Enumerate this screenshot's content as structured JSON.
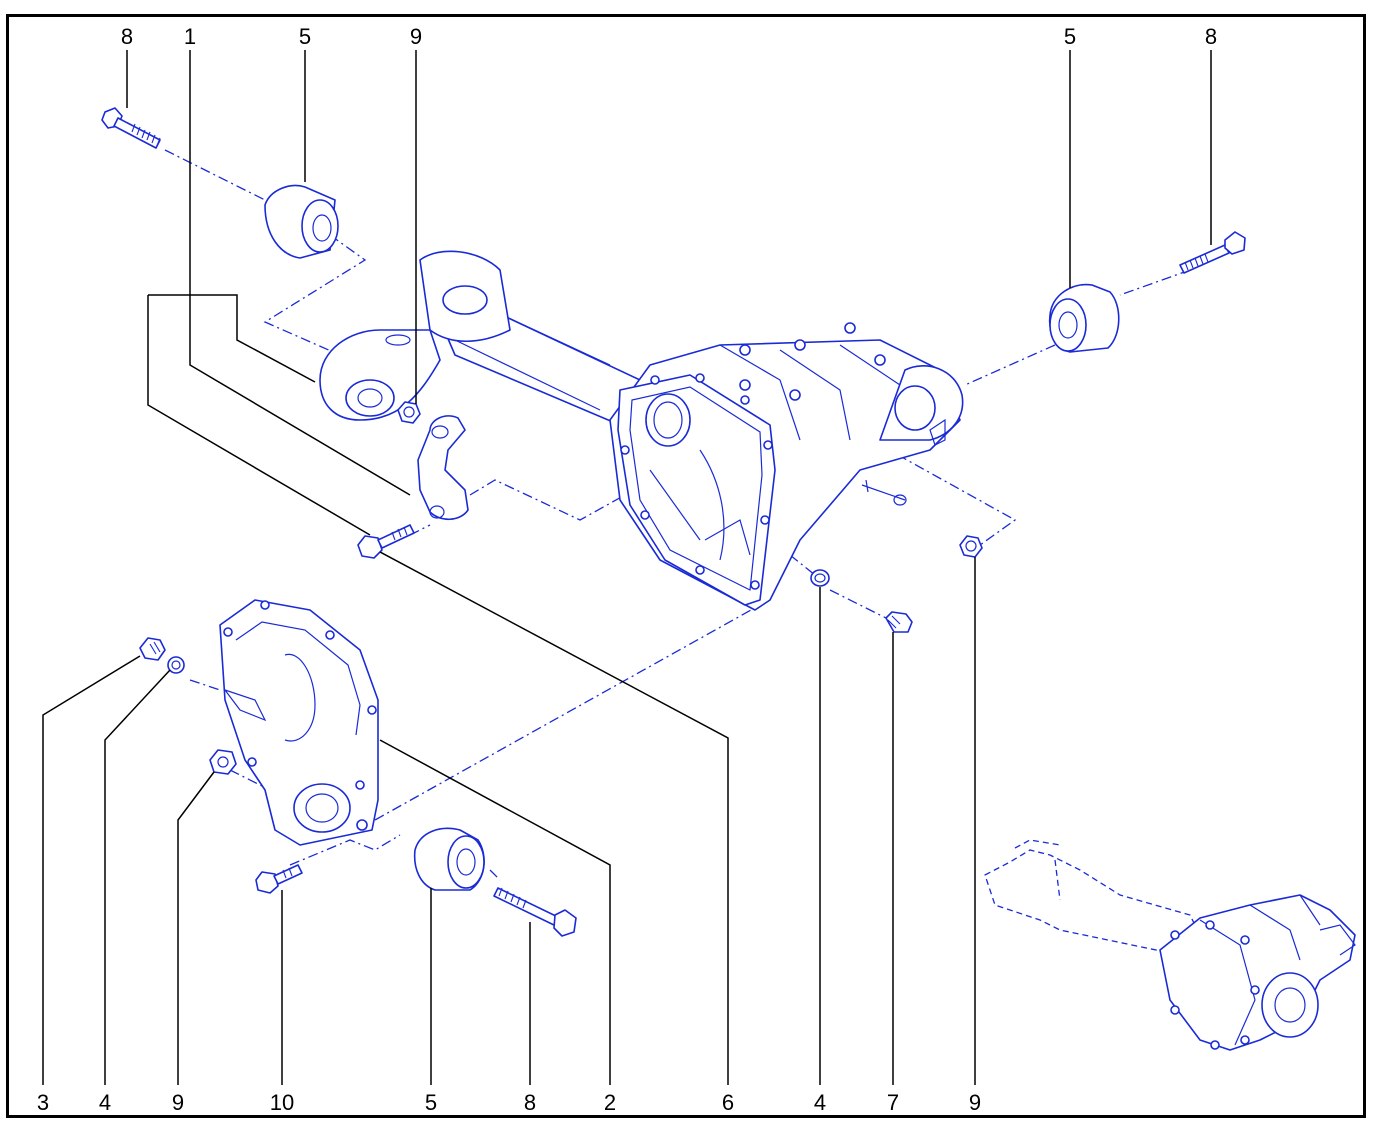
{
  "colors": {
    "line_art": "#1a2bd6",
    "leader": "#000000",
    "background": "#ffffff"
  },
  "callouts": {
    "top": [
      "8",
      "1",
      "5",
      "9",
      "5",
      "8"
    ],
    "bottom": [
      "3",
      "4",
      "9",
      "10",
      "5",
      "8",
      "2",
      "6",
      "4",
      "7",
      "9"
    ]
  }
}
